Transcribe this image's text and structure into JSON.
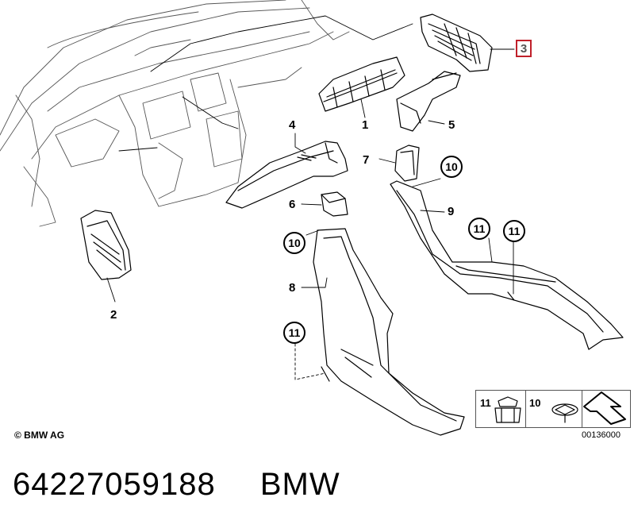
{
  "callouts": {
    "c1": "1",
    "c2": "2",
    "c3": "3",
    "c4": "4",
    "c5": "5",
    "c6": "6",
    "c7": "7",
    "c8": "8",
    "c9": "9",
    "c10a": "10",
    "c10b": "10",
    "c11a": "11",
    "c11b": "11",
    "c11c": "11"
  },
  "copyright": "© BMW AG",
  "legend": {
    "n11": "11",
    "n10": "10"
  },
  "diagram_code": "00136000",
  "footer": {
    "part_number": "64227059188",
    "brand": "BMW"
  },
  "colors": {
    "line": "#000000",
    "highlight_box": "#c0202a",
    "background": "#ffffff"
  }
}
